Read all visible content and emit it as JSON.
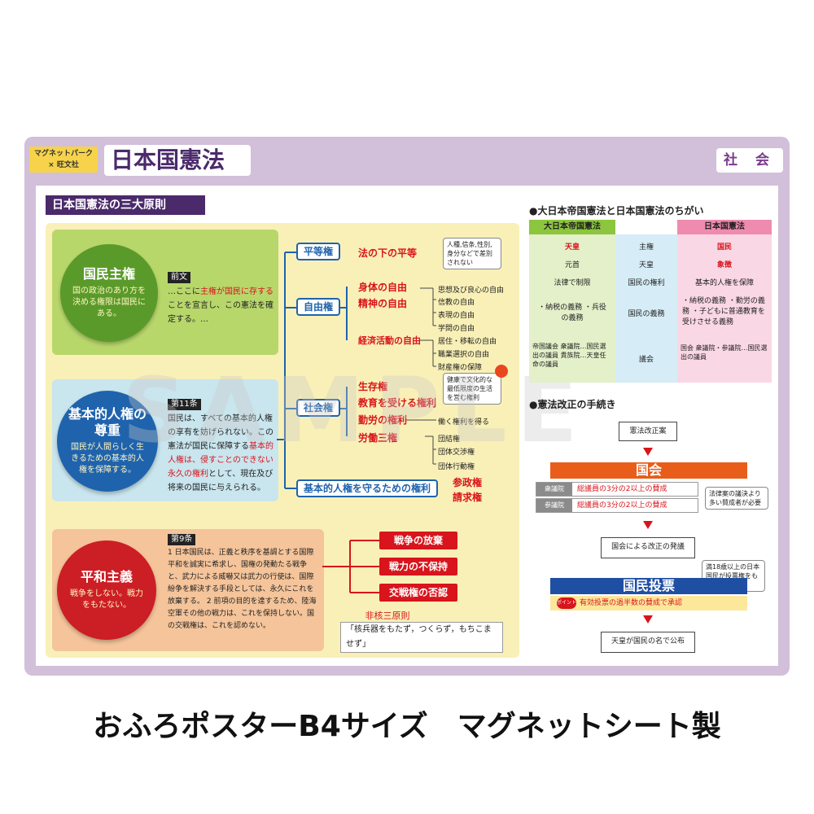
{
  "brand": {
    "line1": "マグネットパーク",
    "line2": "× 旺文社"
  },
  "title": "日本国憲法",
  "subject": "社 会",
  "section_title": "日本国憲法の三大原則",
  "principles": {
    "sovereignty": {
      "title": "国民主権",
      "desc": "国の政治のあり方を決める権限は国民にある。",
      "doc_label": "前文",
      "doc_text_1": "…ここに",
      "doc_red": "主権が国民に存する",
      "doc_text_2": "ことを宣言し、この憲法を確定する。…"
    },
    "rights": {
      "title_1": "基本的人権の",
      "title_2": "尊重",
      "desc": "国民が人間らしく生きるための基本的人権を保障する。",
      "doc_label": "第11条",
      "doc_text_1": "国民は、すべての基本的人権の享有を妨げられない。この憲法が国民に保障する",
      "doc_red": "基本的人権は、侵すことのできない永久の権利",
      "doc_text_2": "として、現在及び将来の国民に与えられる。"
    },
    "peace": {
      "title": "平和主義",
      "desc": "戦争をしない。戦力をもたない。",
      "doc_label": "第9条",
      "doc_text": "1 日本国民は、正義と秩序を基調とする国際平和を誠実に希求し、国権の発動たる戦争と、武力による威嚇又は武力の行使は、国際紛争を解決する手段としては、永久にこれを放棄する。 2 前項の目的を達するため、陸海空軍その他の戦力は、これを保持しない。国の交戦権は、これを認めない。"
    }
  },
  "rights_tree": {
    "equality": "平等権",
    "equality_item": "法の下の平等",
    "equality_note": "人種,信条,性別,身分などで差別されない",
    "freedom": "自由権",
    "freedom_items": [
      "身体の自由",
      "精神の自由",
      "経済活動の自由"
    ],
    "freedom_sub": [
      "思想及び良心の自由",
      "信教の自由",
      "表現の自由",
      "学問の自由",
      "居住・移転の自由",
      "職業選択の自由",
      "財産権の保障"
    ],
    "social": "社会権",
    "social_items": [
      "生存権",
      "教育を受ける権利",
      "勤労の権利",
      "労働三権"
    ],
    "social_note": "健康で文化的な最低限度の生活を営む権利",
    "labor_sub": [
      "働く権利を得る",
      "団結権",
      "団体交渉権",
      "団体行動権"
    ],
    "protect": "基本的人権を守るための権利",
    "protect_items": [
      "参政権",
      "請求権"
    ]
  },
  "peace_items": [
    "戦争の放棄",
    "戦力の不保持",
    "交戦権の否認"
  ],
  "nuclear": {
    "label": "非核三原則",
    "text": "「核兵器をもたず，つくらず，もちこませず」"
  },
  "comparison": {
    "heading": "●大日本帝国憲法と日本国憲法のちがい",
    "col_a": "大日本帝国憲法",
    "col_c": "日本国憲法",
    "rows": [
      {
        "a": "天皇",
        "b": "主権",
        "c": "国民"
      },
      {
        "a": "元首",
        "b": "天皇",
        "c": "象徴"
      },
      {
        "a": "法律で制限",
        "b": "国民の権利",
        "c": "基本的人権を保障"
      },
      {
        "a": "・納税の義務 ・兵役の義務",
        "b": "国民の義務",
        "c": "・納税の義務 ・勤労の義務 ・子どもに普通教育を受けさせる義務"
      },
      {
        "a": "帝国議会 衆議院…国民選出の議員 貴族院…天皇任命の議員",
        "b": "議会",
        "c": "国会 衆議院・参議院…国民選出の議員"
      }
    ]
  },
  "amendment": {
    "heading": "●憲法改正の手続き",
    "proposal": "憲法改正案",
    "diet": "国会",
    "lower": "衆議院",
    "upper": "参議院",
    "lower_req": "総議員の3分の2以上の賛成",
    "upper_req": "総議員の3分の2以上の賛成",
    "note": "法律案の議決より多い賛成者が必要",
    "initiate": "国会による改正の発議",
    "vote": "国民投票",
    "vote_note": "満18歳以上の日本国民が投票権をもつ",
    "vote_req": "有効投票の過半数の賛成で承認",
    "point": "ポイント",
    "promulgate": "天皇が国民の名で公布"
  },
  "watermark": "SAMPLE",
  "footer": "おふろポスターB4サイズ　マグネットシート製",
  "colors": {
    "frame": "#d2bfd9",
    "purple": "#4a2a6b",
    "red": "#d8141c",
    "blue": "#1f63ad",
    "green": "#5a9a2a"
  }
}
